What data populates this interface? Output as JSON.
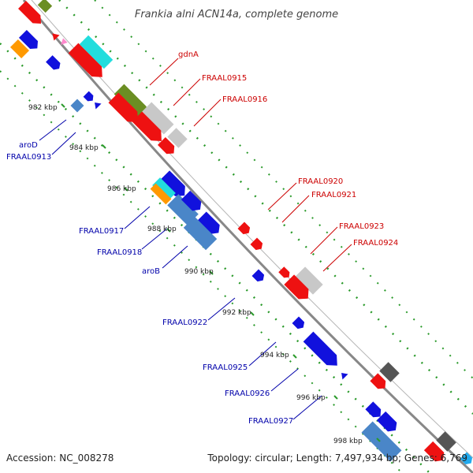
{
  "title": "Frankia alni ACN14a, complete genome",
  "accession": "Accession: NC_008278",
  "summary": "Topology: circular; Length: 7,497,934 bp; Genes: 6,769",
  "colors": {
    "red": "#ee1111",
    "blue": "#1111dd",
    "steel": "#4a86c8",
    "cyan": "#22dddd",
    "olive": "#6b8e23",
    "lightgray": "#c8c8c8",
    "darkgray": "#555555",
    "orange": "#ff9900",
    "pink": "#ff88cc",
    "green": "#33aa33",
    "backbone": "#888888",
    "label_red": "#cc0000",
    "label_blue": "#0000aa"
  },
  "ticks": [
    {
      "label": "982 kbp"
    },
    {
      "label": "984 kbp"
    },
    {
      "label": "986 kbp"
    },
    {
      "label": "988 kbp"
    },
    {
      "label": "990 kbp"
    },
    {
      "label": "992 kbp"
    },
    {
      "label": "994 kbp"
    },
    {
      "label": "996 kbp"
    },
    {
      "label": "998 kbp"
    }
  ],
  "genes": {
    "gdnA": "gdnA",
    "FRAAL0915": "FRAAL0915",
    "FRAAL0916": "FRAAL0916",
    "aroD": "aroD",
    "FRAAL0913": "FRAAL0913",
    "FRAAL0920": "FRAAL0920",
    "FRAAL0921": "FRAAL0921",
    "FRAAL0917": "FRAAL0917",
    "FRAAL0923": "FRAAL0923",
    "FRAAL0924": "FRAAL0924",
    "FRAAL0918": "FRAAL0918",
    "aroB": "aroB",
    "FRAAL0922": "FRAAL0922",
    "FRAAL0925": "FRAAL0925",
    "FRAAL0926": "FRAAL0926",
    "FRAAL0927": "FRAAL0927"
  }
}
